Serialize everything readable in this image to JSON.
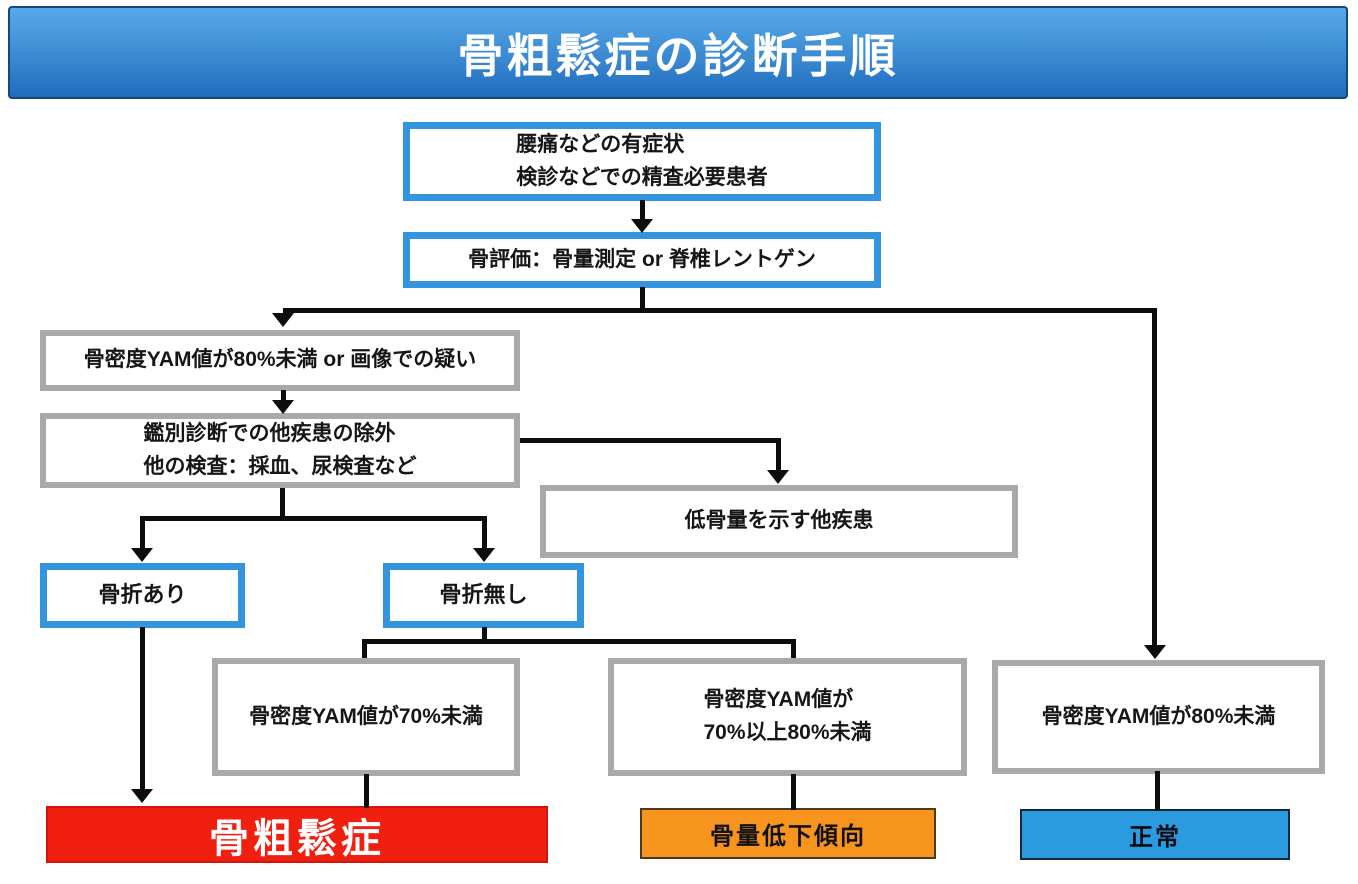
{
  "title": "骨粗鬆症の診断手順",
  "colors": {
    "banner_top": "#57a9e8",
    "banner_bottom": "#1f6cbc",
    "banner_border": "#15497e",
    "blue_border": "#3295de",
    "gray_border": "#a9a9a9",
    "line": "#0d0d0d",
    "result_red": "#f01f10",
    "result_red_border": "#d2150a",
    "result_orange": "#f7941e",
    "result_blue": "#2c9ade"
  },
  "nodes": {
    "symptom": {
      "lines": [
        "腰痛などの有症状",
        "検診などでの精査必要患者"
      ]
    },
    "assessment": {
      "label": "骨評価：骨量測定 or 脊椎レントゲン"
    },
    "yam80_suspect": {
      "label": "骨密度YAM値が80%未満 or 画像での疑い"
    },
    "differential": {
      "lines": [
        "鑑別診断での他疾患の除外",
        "他の検査：採血、尿検査など"
      ]
    },
    "other_disease": {
      "label": "低骨量を示す他疾患"
    },
    "fracture_yes": {
      "label": "骨折あり"
    },
    "fracture_no": {
      "label": "骨折無し"
    },
    "yam70": {
      "label": "骨密度YAM値が70%未満"
    },
    "yam70_80": {
      "lines": [
        "骨密度YAM値が",
        "70%以上80%未満"
      ]
    },
    "yam80_right": {
      "label": "骨密度YAM値が80%未満"
    },
    "result_osteoporosis": {
      "label": "骨粗鬆症"
    },
    "result_low_bone_mass": {
      "label": "骨量低下傾向"
    },
    "result_normal": {
      "label": "正常"
    }
  }
}
